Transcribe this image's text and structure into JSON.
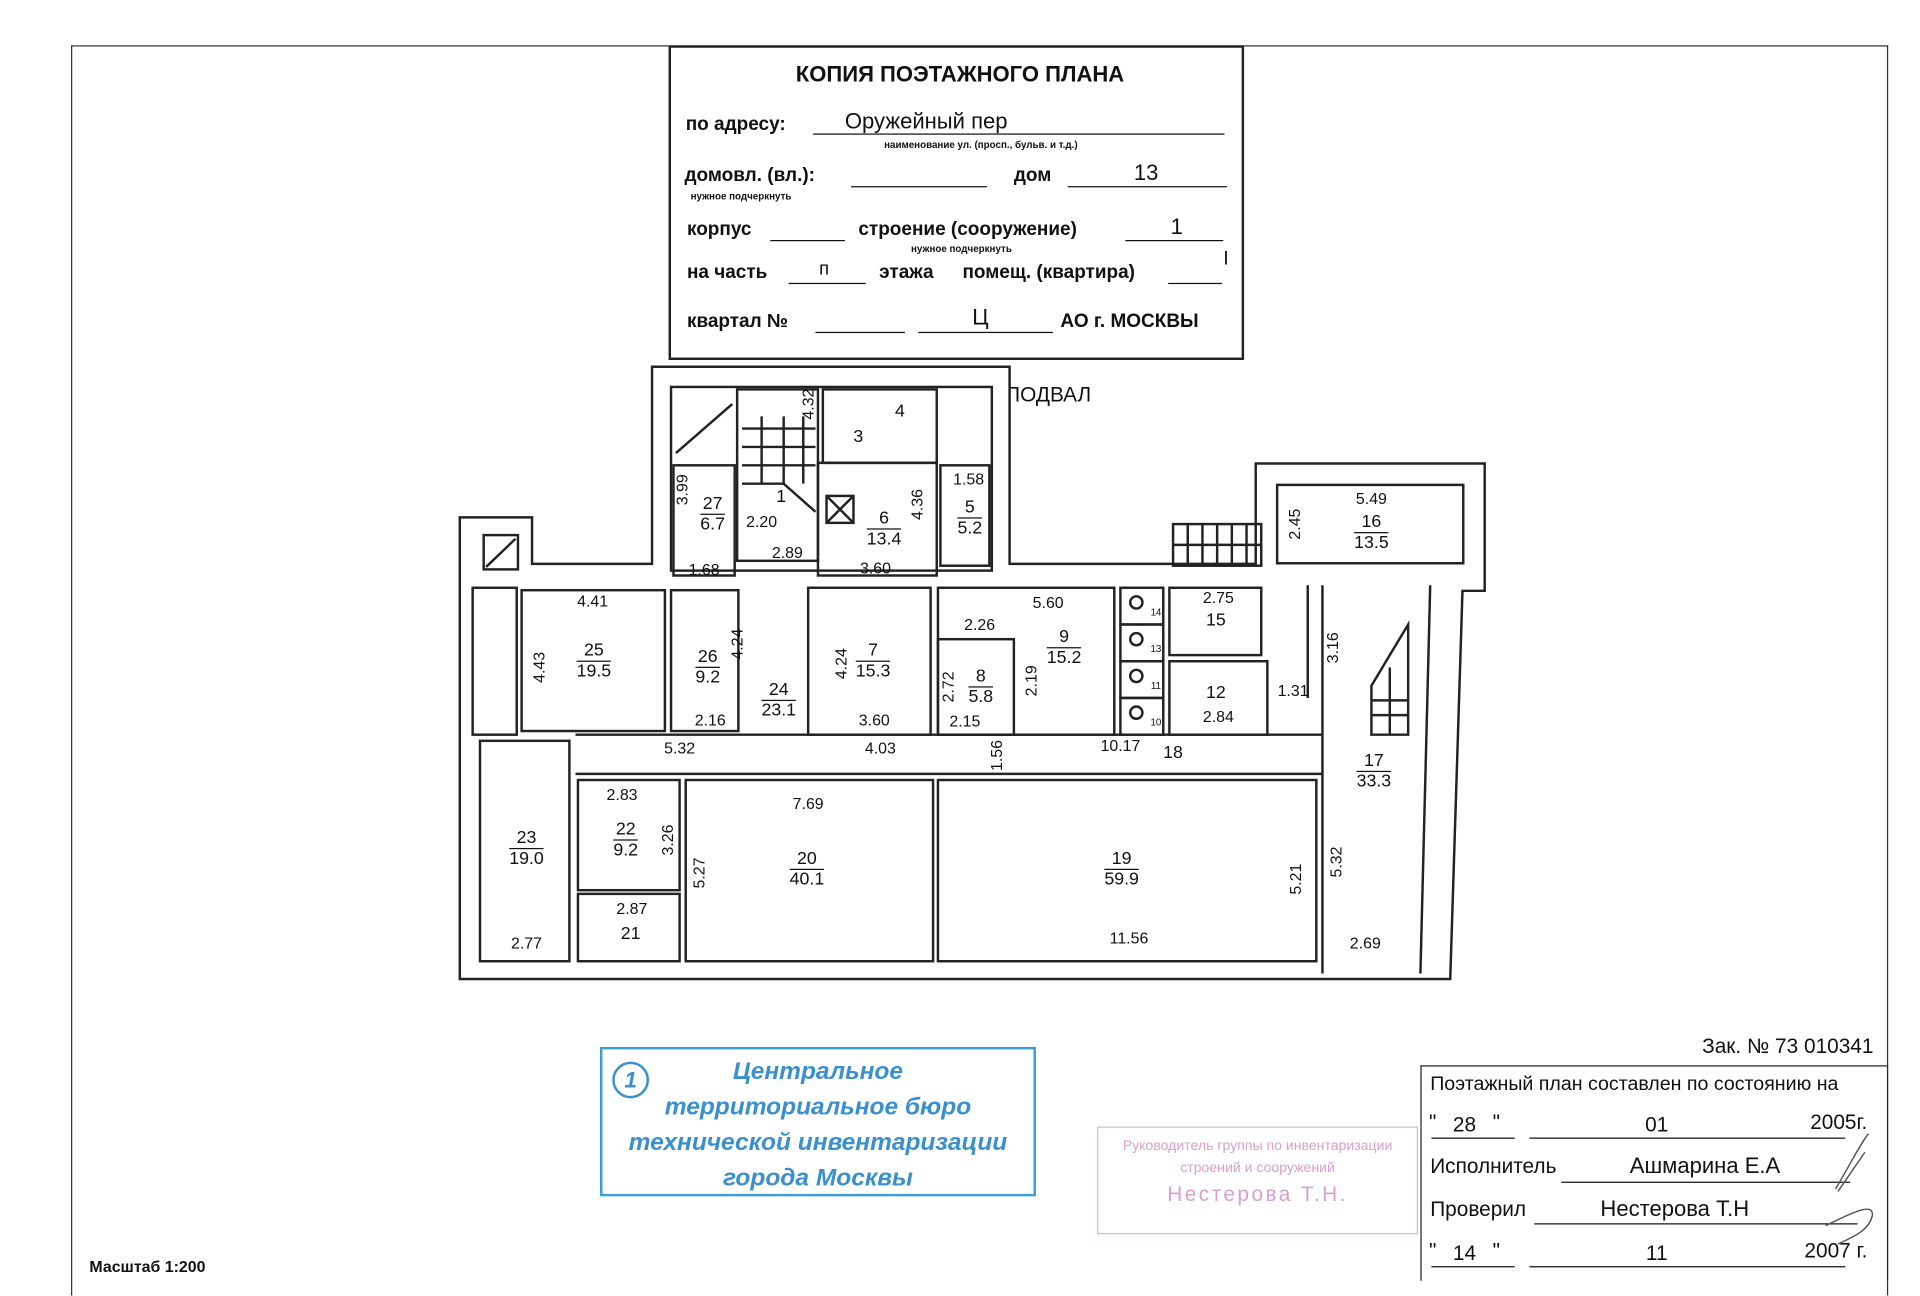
{
  "header": {
    "title": "КОПИЯ ПОЭТАЖНОГО ПЛАНА",
    "address_label": "по адресу:",
    "address_value": "Оружейный пер",
    "address_caption": "наименование ул. (просп., бульв. и т.д.)",
    "domovl_label": "домовл. (вл.):",
    "dom_label": "дом",
    "dom_value": "13",
    "caption_underline_1": "нужное подчеркнуть",
    "korpus_label": "корпус",
    "stroenie_label": "строение (сооружение)",
    "stroenie_value": "1",
    "caption_underline_2": "нужное подчеркнуть",
    "part_label": "на часть",
    "part_value": "п",
    "floor_label": "этажа",
    "room_label": "помещ. (квартира)",
    "room_value": "I",
    "kvartal_label": "квартал №",
    "ao_value": "Ц",
    "ao_label": "АО г. МОСКВЫ"
  },
  "plan": {
    "floor_title": "ПОДВАЛ",
    "rooms": [
      {
        "n": "27",
        "a": "6.7"
      },
      {
        "n": "6",
        "a": "13.4"
      },
      {
        "n": "5",
        "a": "5.2"
      },
      {
        "n": "16",
        "a": "13.5"
      },
      {
        "n": "25",
        "a": "19.5"
      },
      {
        "n": "26",
        "a": "9.2"
      },
      {
        "n": "24",
        "a": "23.1"
      },
      {
        "n": "7",
        "a": "15.3"
      },
      {
        "n": "8",
        "a": "5.8"
      },
      {
        "n": "9",
        "a": "15.2"
      },
      {
        "n": "17",
        "a": "33.3"
      },
      {
        "n": "23",
        "a": "19.0"
      },
      {
        "n": "22",
        "a": "9.2"
      },
      {
        "n": "20",
        "a": "40.1"
      },
      {
        "n": "19",
        "a": "59.9"
      }
    ],
    "plain_rooms": [
      "1",
      "3",
      "4",
      "15",
      "12",
      "18",
      "21"
    ],
    "wc_numbers": [
      "14",
      "13",
      "11",
      "10"
    ],
    "dimensions": [
      "4.32",
      "3.99",
      "2.20",
      "2.89",
      "1.68",
      "4.36",
      "1.58",
      "3.60",
      "5.49",
      "2.45",
      "4.41",
      "4.43",
      "4.24",
      "2.16",
      "4.24",
      "3.60",
      "2.26",
      "5.60",
      "2.72",
      "2.19",
      "2.15",
      "2.75",
      "2.84",
      "3.16",
      "1.31",
      "5.32",
      "4.03",
      "1.56",
      "10.17",
      "2.83",
      "7.69",
      "3.26",
      "5.27",
      "5.21",
      "5.32",
      "2.87",
      "2.77",
      "11.56",
      "2.69"
    ]
  },
  "stamp_bti": {
    "number": "1",
    "lines": [
      "Центральное",
      "территориальное бюро",
      "технической инвентаризации",
      "города Москвы"
    ]
  },
  "stamp_head": {
    "lines": [
      "Руководитель группы по инвентаризации",
      "строений и сооружений",
      "Нестерова Т.Н."
    ]
  },
  "order": "Зак. № 73 010341",
  "info": {
    "title": "Поэтажный план составлен по состоянию на",
    "date1": {
      "day": "28",
      "month": "01",
      "year": "2005г."
    },
    "executor_label": "Исполнитель",
    "executor": "Ашмарина Е.А",
    "checker_label": "Проверил",
    "checker": "Нестерова Т.Н",
    "date2": {
      "day": "14",
      "month": "11",
      "year": "2007 г."
    }
  },
  "scale": "Масштаб 1:200",
  "colors": {
    "stamp_blue": "#3a8fd0",
    "stamp_pink": "#d38fc6",
    "ink": "#111111"
  }
}
